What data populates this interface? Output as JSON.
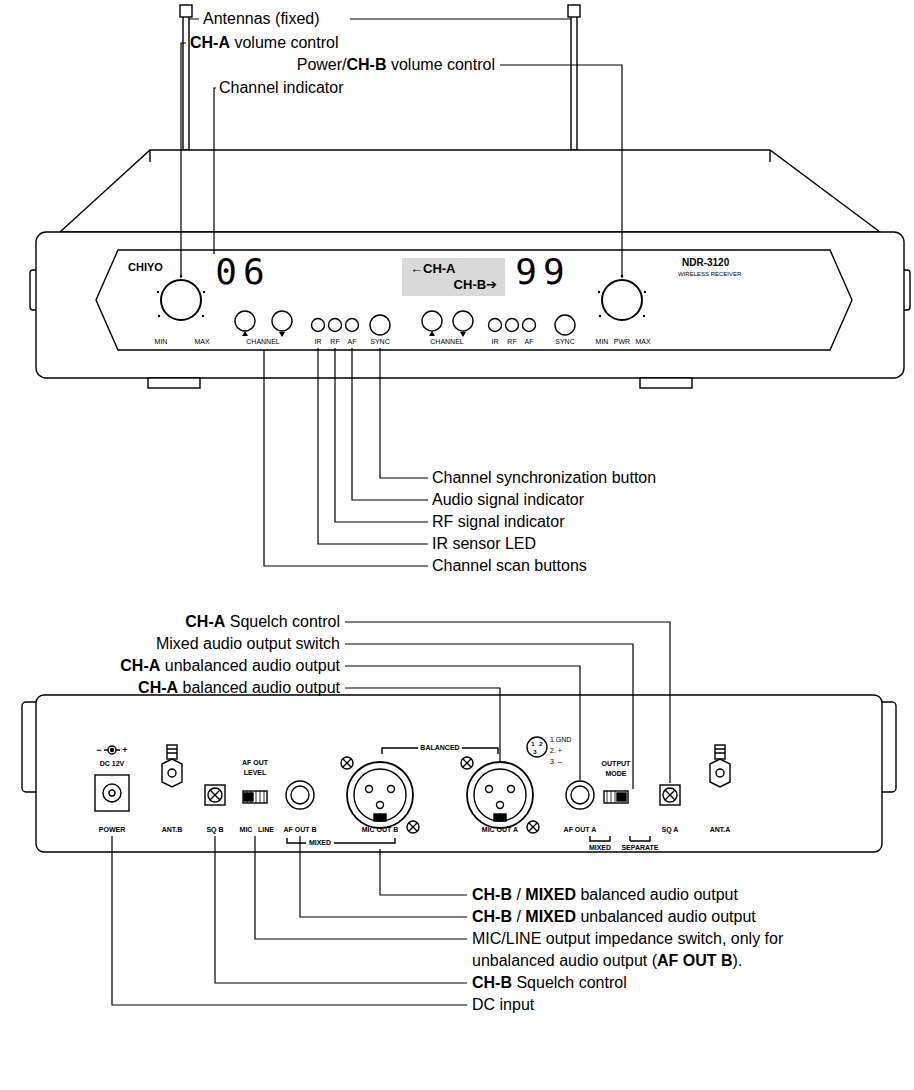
{
  "diagram": {
    "nodes": [
      {
        "text": [
          "←CH-A",
          "CH-B➔"
        ]
      }
    ],
    "labels": [
      "Antennas (fixed)",
      "CH-A volume control",
      "Power/CH-B volume control",
      "Channel indicator",
      "Channel synchronization button",
      "Audio signal indicator",
      "RF signal indicator",
      "IR sensor LED",
      "Channel scan buttons",
      "CHIYO",
      "06",
      "99",
      "NDR-3120",
      "WIRELESS RECEIVER",
      "MIN",
      "MAX",
      "CHANNEL",
      "IR",
      "RF",
      "AF",
      "SYNC",
      "CHANNEL",
      "IR",
      "RF",
      "AF",
      "SYNC",
      "MIN",
      "PWR",
      "MAX",
      "CH-A Squelch control",
      "Mixed audio output switch",
      "CH-A unbalanced audio output",
      "CH-A balanced audio output",
      "CH-B / MIXED balanced audio output",
      "CH-B / MIXED unbalanced audio output",
      "MIC/LINE output impedance switch, only for unbalanced audio output (AF OUT B).",
      "CH-B Squelch control",
      "DC input",
      "−",
      "+",
      "DC 12V",
      "POWER",
      "ANT.B",
      "SQ B",
      "AF OUT",
      "LEVEL",
      "MIC",
      "LINE",
      "AF OUT B",
      "MIC OUT B",
      "MIXED",
      "BALANCED",
      "1",
      "2",
      "3",
      "1.GND",
      "2. +",
      "3. –",
      "MIC OUT A",
      "AF OUT A",
      "OUTPUT",
      "MODE",
      "MIXED",
      "SEPARATE",
      "SQ A",
      "ANT.A"
    ]
  }
}
